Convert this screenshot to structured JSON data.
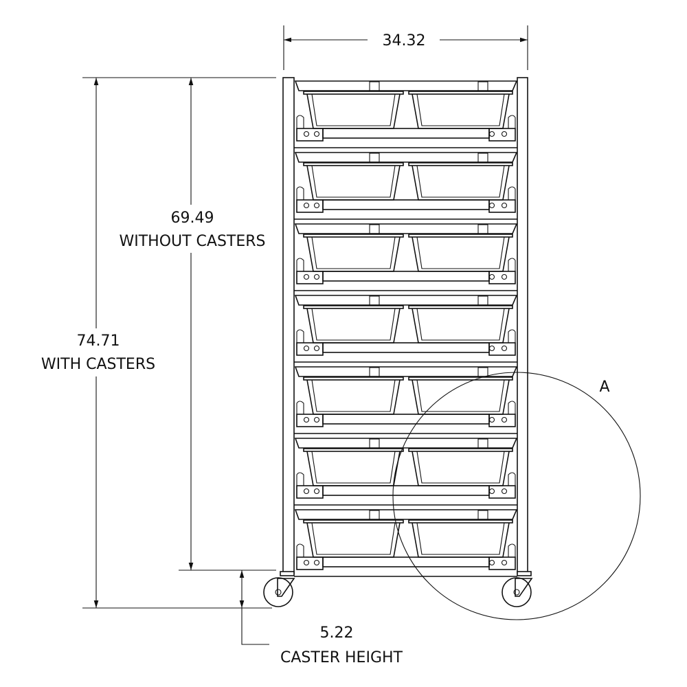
{
  "drawing": {
    "rows": 7,
    "bins_per_row": 2,
    "line_color": "#111111",
    "dimensions": {
      "width": {
        "value": "34.32"
      },
      "height_without_casters": {
        "value": "69.49",
        "note": "WITHOUT CASTERS"
      },
      "height_with_casters": {
        "value": "74.71",
        "note": "WITH CASTERS"
      },
      "caster_height": {
        "value": "5.22",
        "note": "CASTER HEIGHT"
      }
    },
    "detail_callout": {
      "label": "A"
    }
  }
}
